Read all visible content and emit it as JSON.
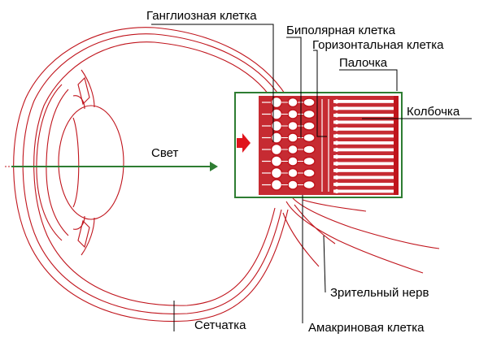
{
  "labels": {
    "ganglion": "Ганглиозная клетка",
    "bipolar": "Биполярная клетка",
    "horizontal": "Горизонтальная клетка",
    "rod": "Палочка",
    "cone": "Колбочка",
    "light": "Свет",
    "retina": "Сетчатка",
    "optic_nerve": "Зрительный нерв",
    "amacrine": "Амакриновая клетка"
  },
  "colors": {
    "tissue": "#c0141c",
    "inset_border": "#2e7d32",
    "light_arrow": "#2e7d32",
    "light_direction_arrow": "#e0141c",
    "text": "#000000"
  },
  "icons": {
    "light_arrow": "arrow-right-icon",
    "inset_arrow": "arrow-right-icon"
  }
}
